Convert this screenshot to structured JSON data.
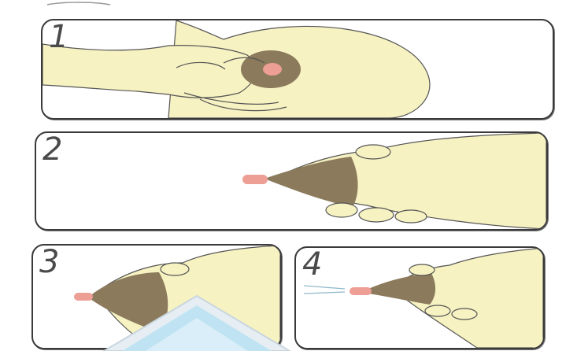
{
  "panels": [
    {
      "number": "1"
    },
    {
      "number": "2"
    },
    {
      "number": "3"
    },
    {
      "number": "4"
    }
  ],
  "colors": {
    "skin": "#f6f2c2",
    "areola": "#8b7a5c",
    "nipple": "#ee9f95",
    "outline": "#3a3a3a",
    "watermark": "#bfe3f2"
  },
  "icon": "university-logo-watermark"
}
